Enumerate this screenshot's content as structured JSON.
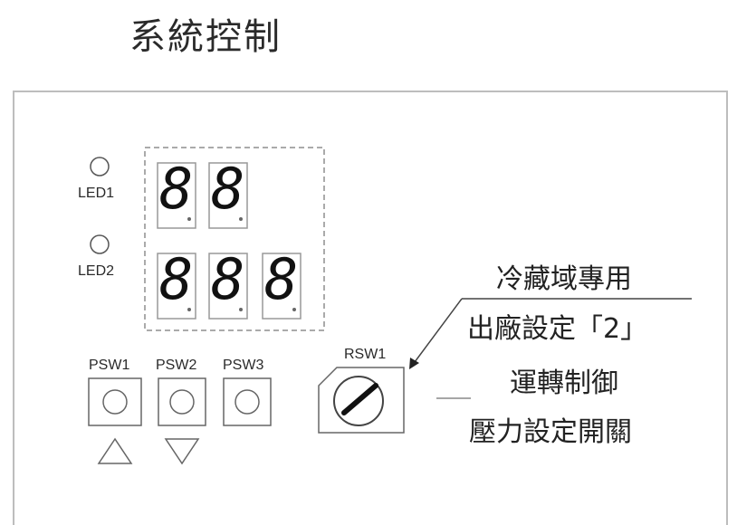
{
  "title": "系統控制",
  "leds": [
    {
      "label": "LED1"
    },
    {
      "label": "LED2"
    }
  ],
  "display": {
    "row1_digits": [
      "8",
      "8"
    ],
    "row2_digits": [
      "8",
      "8",
      "8"
    ]
  },
  "push_switches": [
    {
      "label": "PSW1",
      "arrow": "up-triangle-icon"
    },
    {
      "label": "PSW2",
      "arrow": "down-triangle-icon"
    },
    {
      "label": "PSW3",
      "arrow": ""
    }
  ],
  "rotary_switch": {
    "label": "RSW1"
  },
  "annotations": {
    "upper_line1": "冷藏域專用",
    "upper_line2": "出廠設定「2」",
    "lower_line1": "運轉制御",
    "lower_line2": "壓力設定開關"
  }
}
